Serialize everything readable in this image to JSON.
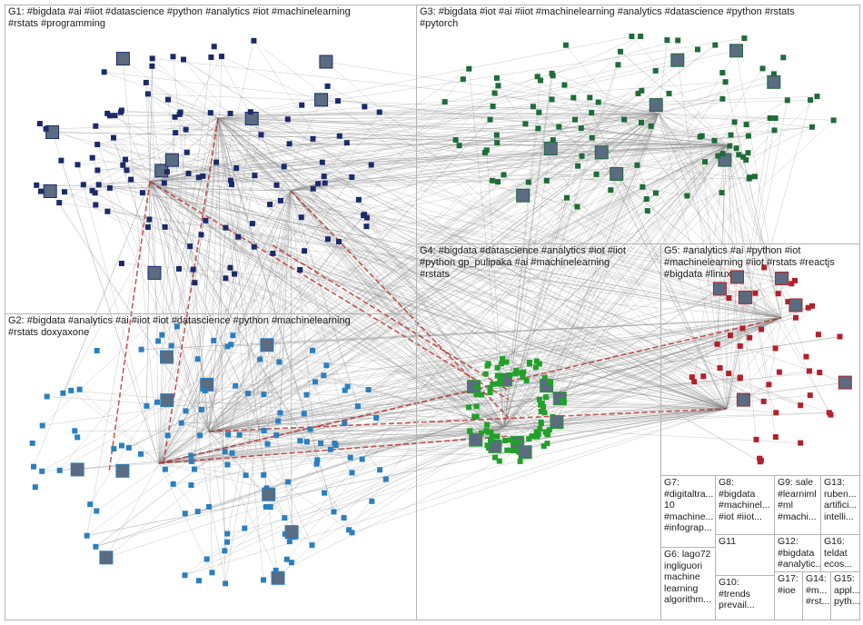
{
  "groups": [
    {
      "id": "g1",
      "label": "G1: #bigdata #ai #iiot #datascience #python #analytics #iot #machinelearning\n#rstats #programming",
      "color": "#1c2a6b"
    },
    {
      "id": "g3",
      "label": "G3: #bigdata #iot #ai #iiot #machinelearning #analytics #datascience #python #rstats\n#pytorch",
      "color": "#1f6b3a"
    },
    {
      "id": "g4",
      "label": "G4: #bigdata #datascience #analytics #iot #iiot\n#python gp_pulipaka #ai #machinelearning\n#rstats",
      "color": "#21a02a"
    },
    {
      "id": "g5",
      "label": "G5: #analytics #ai #python #iot\n#machinelearning #iiot #rstats #reactjs\n#bigdata #linux",
      "color": "#b3202a"
    },
    {
      "id": "g2",
      "label": "G2: #bigdata #analytics #ai #iiot #iot #datascience #python #machinelearning\n#rstats doxyaxone",
      "color": "#2a7fc1"
    },
    {
      "id": "g7",
      "label": "G7:\n#digitaltra...\n10\n#machine...\n#infograp...",
      "color": "#333333"
    },
    {
      "id": "g8",
      "label": "G8:\n#bigdata\n#machinel...\n#iot #iiot...",
      "color": "#333333"
    },
    {
      "id": "g9",
      "label": "G9: sale\n#learniml\n#ml\n#machi...",
      "color": "#333333"
    },
    {
      "id": "g13",
      "label": "G13:\nruben...\nartifici...\nintelli...",
      "color": "#333333"
    },
    {
      "id": "g6",
      "label": "G6: lago72\ningliguori\nmachine\nlearning\nalgorithm...",
      "color": "#333333"
    },
    {
      "id": "g11",
      "label": "G11",
      "color": "#333333"
    },
    {
      "id": "g12",
      "label": "G12:\n#bigdata\n#analytic...",
      "color": "#333333"
    },
    {
      "id": "g16",
      "label": "G16:\nteldat\necos...",
      "color": "#333333"
    },
    {
      "id": "g10",
      "label": "G10:\n#trends\nprevail...",
      "color": "#333333"
    },
    {
      "id": "g17",
      "label": "G17:\n#ioe",
      "color": "#333333"
    },
    {
      "id": "g14",
      "label": "G14:\n#m...\n#rst...",
      "color": "#333333"
    },
    {
      "id": "g15",
      "label": "G15:\nappl...\npyth...",
      "color": "#333333"
    }
  ],
  "colors": {
    "edge": "#8a8a8a",
    "edge_red": "#b52020",
    "panel_border": "#b3b3b3"
  }
}
